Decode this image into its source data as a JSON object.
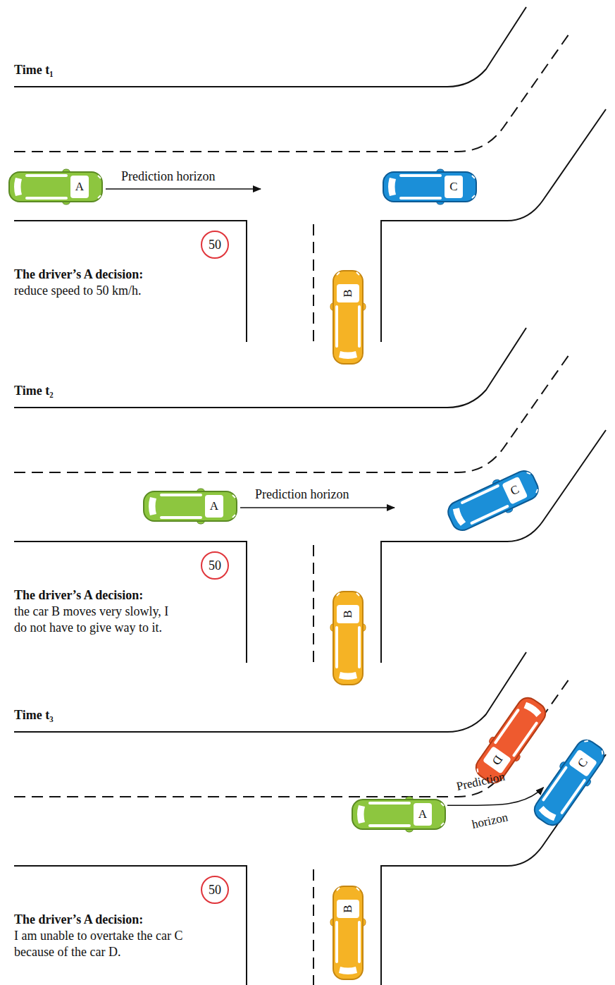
{
  "diagram": {
    "nodes": [
      {
        "text": [
          "A"
        ]
      },
      {
        "text": [
          "C"
        ]
      },
      {
        "text": [
          "50"
        ]
      },
      {
        "text": [
          "B"
        ]
      },
      {
        "text": [
          "A"
        ]
      },
      {
        "text": [
          "C"
        ]
      },
      {
        "text": [
          "50"
        ]
      },
      {
        "text": [
          "B"
        ]
      },
      {
        "text": [
          "D"
        ]
      },
      {
        "text": [
          "C"
        ]
      },
      {
        "text": [
          "A"
        ]
      },
      {
        "text": [
          "50"
        ]
      },
      {
        "text": [
          "B"
        ]
      }
    ],
    "edges": [
      {
        "from": 10,
        "to": 9,
        "arrow": "to"
      }
    ],
    "labels": [
      "Time t₁",
      "Prediction horizon",
      "The driver’s A decision:",
      "reduce speed to 50 km/h.",
      "Time t₂",
      "Prediction horizon",
      "The driver’s A decision:",
      "the car B moves very slowly, I do not have to give way to it.",
      "Time t₃",
      "Prediction",
      "horizon",
      "The driver’s A decision:",
      "I am unable to overtake the car C because of the car D."
    ]
  }
}
